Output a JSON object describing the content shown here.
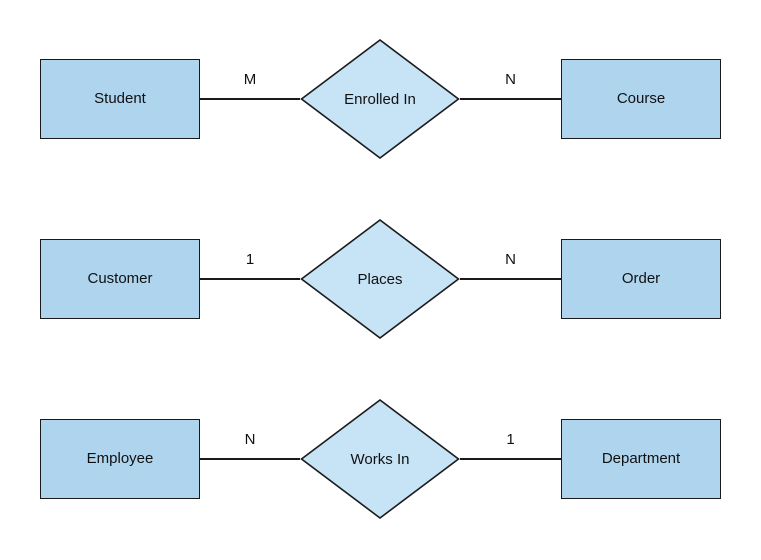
{
  "diagram": {
    "type": "entity-relationship",
    "colors": {
      "background": "#ffffff",
      "entity_fill": "#aed4ee",
      "relationship_fill": "#c7e3f6",
      "stroke": "#1a1a1a",
      "text": "#111111"
    },
    "rows": [
      {
        "left_entity": "Student",
        "left_cardinality": "M",
        "relationship": "Enrolled In",
        "right_cardinality": "N",
        "right_entity": "Course"
      },
      {
        "left_entity": "Customer",
        "left_cardinality": "1",
        "relationship": "Places",
        "right_cardinality": "N",
        "right_entity": "Order"
      },
      {
        "left_entity": "Employee",
        "left_cardinality": "N",
        "relationship": "Works In",
        "right_cardinality": "1",
        "right_entity": "Department"
      }
    ]
  }
}
